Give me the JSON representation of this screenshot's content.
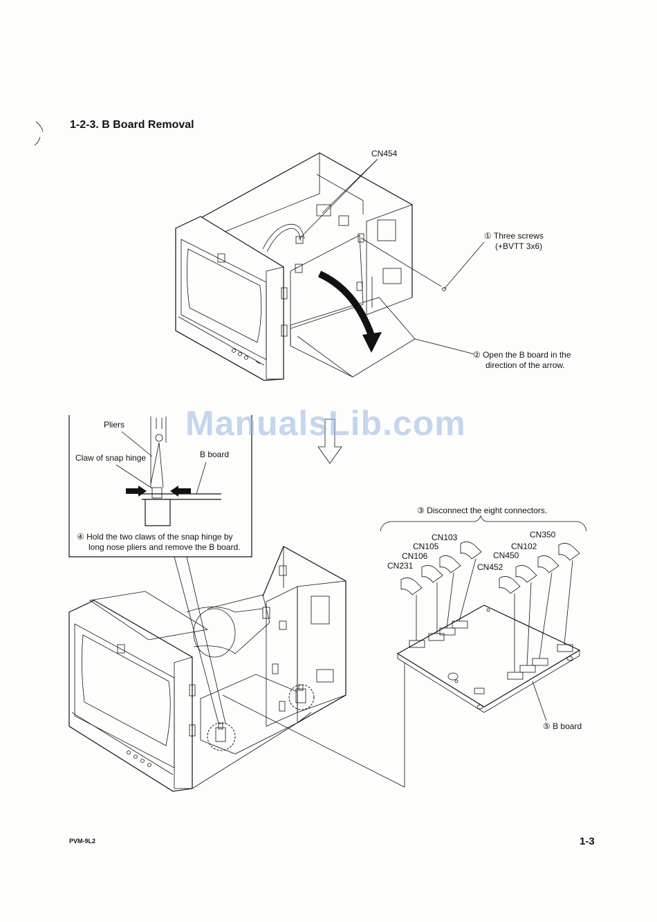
{
  "section": {
    "title": "1-2-3.  B Board Removal"
  },
  "labels": {
    "cn454": "CN454",
    "step1_line1": "① Three screws",
    "step1_line2": "(+BVTT 3x6)",
    "step2_line1": "② Open the B board in the",
    "step2_line2": "direction of the arrow.",
    "pliers": "Pliers",
    "claw": "Claw of snap hinge",
    "b_board_inset": "B board",
    "step4_line1": "④ Hold the two claws of the snap hinge by",
    "step4_line2": "long nose pliers and remove the B board.",
    "step3": "③ Disconnect the eight connectors.",
    "cn103": "CN103",
    "cn105": "CN105",
    "cn106": "CN106",
    "cn231": "CN231",
    "cn350": "CN350",
    "cn102": "CN102",
    "cn450": "CN450",
    "cn452": "CN452",
    "step5": "⑤ B board"
  },
  "watermark": "ManualsLib.com",
  "footer": {
    "model": "PVM-9L2",
    "page": "1-3"
  }
}
